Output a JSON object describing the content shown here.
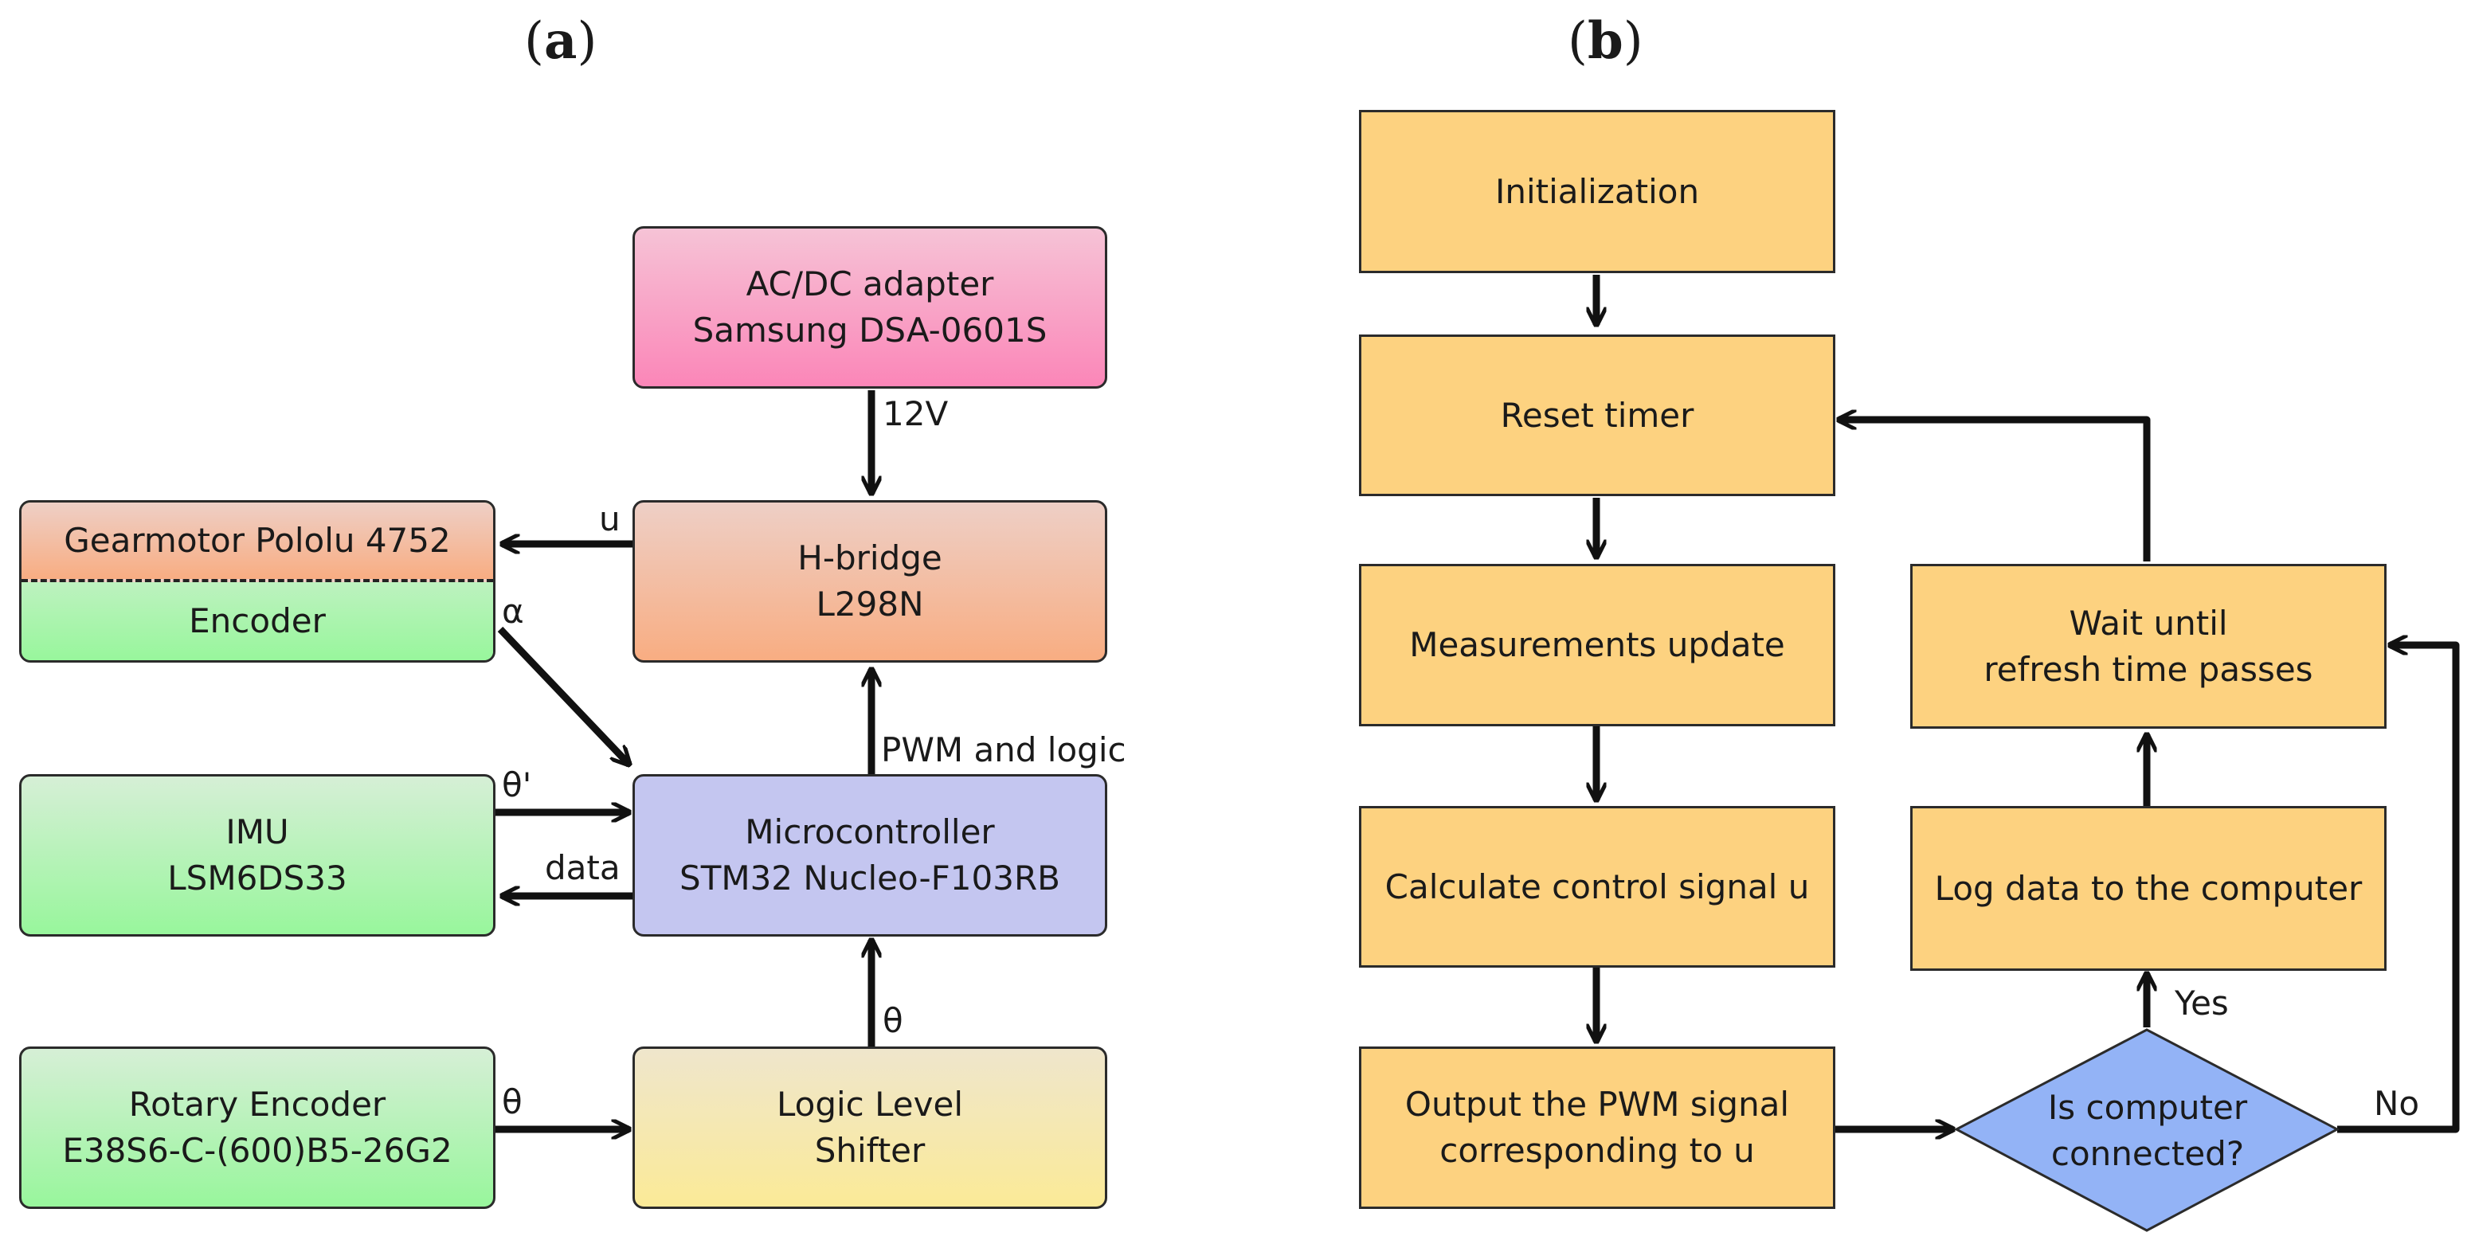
{
  "panel_a": {
    "label_open": "(",
    "label_letter": "a",
    "label_close": ")",
    "blocks": {
      "adapter": {
        "line1": "AC/DC adapter",
        "line2": "Samsung DSA-0601S"
      },
      "hbridge": {
        "line1": "H-bridge",
        "line2": "L298N"
      },
      "gearmotor": {
        "line1": "Gearmotor Pololu 4752"
      },
      "encoder": {
        "line1": "Encoder"
      },
      "imu": {
        "line1": "IMU",
        "line2": "LSM6DS33"
      },
      "mcu": {
        "line1": "Microcontroller",
        "line2": "STM32 Nucleo-F103RB"
      },
      "rotary": {
        "line1": "Rotary Encoder",
        "line2": "E38S6-C-(600)B5-26G2"
      },
      "shifter": {
        "line1": "Logic Level",
        "line2": "Shifter"
      }
    },
    "edges": {
      "v12": "12V",
      "u": "u",
      "alpha": "α",
      "theta_dot": "θ'",
      "data": "data",
      "pwm": "PWM and logic",
      "theta_mcu": "θ",
      "theta_shifter": "θ"
    }
  },
  "panel_b": {
    "label_open": "(",
    "label_letter": "b",
    "label_close": ")",
    "steps": {
      "init": "Initialization",
      "reset": "Reset timer",
      "measure": "Measurements update",
      "calc": "Calculate control signal u",
      "output_line1": "Output the PWM signal",
      "output_line2": "corresponding to u",
      "decision_line1": "Is computer",
      "decision_line2": "connected?",
      "log": "Log data to the computer",
      "wait_line1": "Wait until",
      "wait_line2": "refresh time passes"
    },
    "edges": {
      "yes": "Yes",
      "no": "No"
    }
  },
  "colors": {
    "adapter": [
      "#f6c3d6",
      "#fb86b8"
    ],
    "hbridge": [
      "#eecfc6",
      "#f8ad82"
    ],
    "green": [
      "#d6efd6",
      "#98f69c"
    ],
    "mcu": "#c4c6f0",
    "shifter": [
      "#efe6cc",
      "#fbea97"
    ],
    "flow": "#fdd280",
    "decision": "#93b3f6"
  },
  "icons": [
    "arrow-head"
  ]
}
